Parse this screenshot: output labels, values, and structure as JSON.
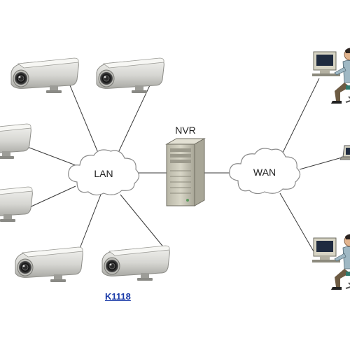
{
  "diagram": {
    "nodes": {
      "lan": {
        "label": "LAN"
      },
      "nvr": {
        "label": "NVR"
      },
      "wan": {
        "label": "WAN"
      }
    },
    "cameras": [
      {
        "name": "camera-1",
        "icon": "cctv-camera-icon"
      },
      {
        "name": "camera-2",
        "icon": "cctv-camera-icon"
      },
      {
        "name": "camera-3",
        "icon": "cctv-camera-icon"
      },
      {
        "name": "camera-4",
        "icon": "cctv-camera-icon"
      },
      {
        "name": "camera-5",
        "icon": "cctv-camera-icon"
      },
      {
        "name": "camera-6",
        "icon": "cctv-camera-icon"
      }
    ],
    "clients": [
      {
        "name": "client-top",
        "icon": "workstation-user-icon"
      },
      {
        "name": "client-middle",
        "icon": "laptop-icon"
      },
      {
        "name": "client-bottom",
        "icon": "workstation-user-icon"
      }
    ],
    "caption_link": "K1118",
    "colors": {
      "line": "#333333",
      "cloud_fill": "#ffffff",
      "cloud_stroke": "#888888",
      "camera_body": "#d9d9d6",
      "server_body": "#c9c7b8",
      "link": "#1a3aa8"
    }
  }
}
